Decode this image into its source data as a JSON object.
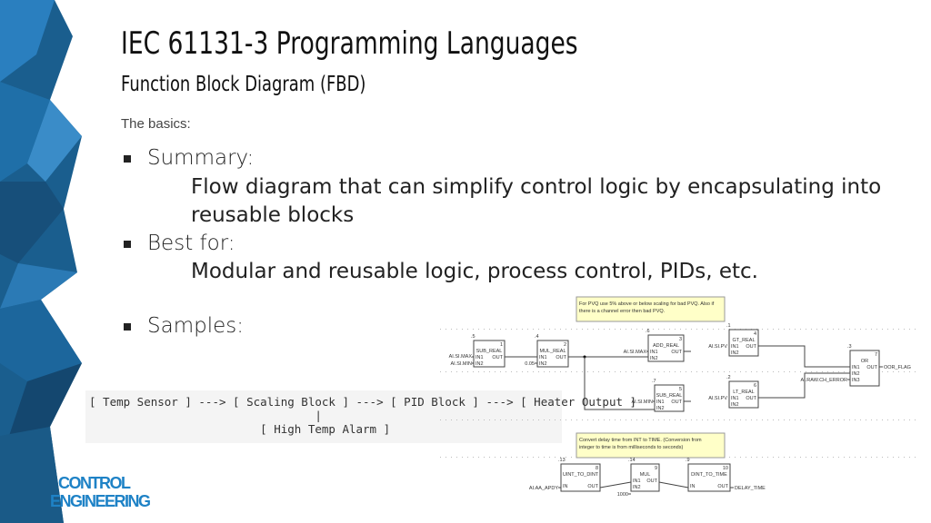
{
  "title": "IEC 61131-3 Programming Languages",
  "subtitle": "Function Block Diagram (FBD)",
  "basics": "The basics:",
  "bullets": {
    "summary": "Summary:",
    "summary_line1": "Flow diagram that can simplify control logic by encapsulating into",
    "summary_line2": "reusable blocks",
    "best_for": "Best for:",
    "best_for_text": "Modular and reusable logic, process control, PIDs, etc.",
    "samples": "Samples:"
  },
  "code_sample": {
    "line1": "[ Temp Sensor ] ---> [ Scaling Block ] ---> [ PID Block ] ---> [ Heater Output ]",
    "line2": "                                 |",
    "line3": "                         [ High Temp Alarm ]"
  },
  "logo": {
    "line1": "CONTROL",
    "line2": "ENGINEERING"
  },
  "fbd": {
    "note1": [
      "For PVQ use 5% above or below scaling for bad PVQ. Also if",
      "there is a channel error then bad PVQ."
    ],
    "note2": [
      "Convert delay time from INT to TIME. (Conversion from",
      "integer to time is from milliseconds to seconds)"
    ],
    "blocks": [
      {
        "name": "SUB_REAL",
        "num": "1",
        "order": ".5"
      },
      {
        "name": "MUL_REAL",
        "num": "2",
        "order": ".4"
      },
      {
        "name": "ADD_REAL",
        "num": "3",
        "order": ".6"
      },
      {
        "name": "SUB_REAL",
        "num": "5",
        "order": ".7"
      },
      {
        "name": "GT_REAL",
        "num": "4",
        "order": ".1"
      },
      {
        "name": "LT_REAL",
        "num": "6",
        "order": ".2"
      },
      {
        "name": "OR",
        "num": "7",
        "order": ".3"
      },
      {
        "name": "UINT_TO_DINT",
        "num": "8",
        "order": ".13"
      },
      {
        "name": "MUL",
        "num": "9",
        "order": ".14"
      },
      {
        "name": "DINT_TO_TIME",
        "num": "10",
        "order": ".9"
      }
    ],
    "vars": {
      "si_max": "AI.SI.MAX",
      "si_min": "AI.SI.MIN",
      "k005": "0.05",
      "si_pv": "AI.SI.PV",
      "raw_err": "AI.RAW.CH_ERROR",
      "oor": "OOR_FLAG",
      "apdy": "AI.AA_APDY",
      "k1000": "1000",
      "delay": "DELAY_TIME"
    },
    "pins": {
      "in1": "IN1",
      "in2": "IN2",
      "in3": "IN3",
      "in": "IN",
      "out": "OUT"
    }
  },
  "colors": {
    "accent": "#1e82c6",
    "note_bg": "#ffffc8"
  }
}
